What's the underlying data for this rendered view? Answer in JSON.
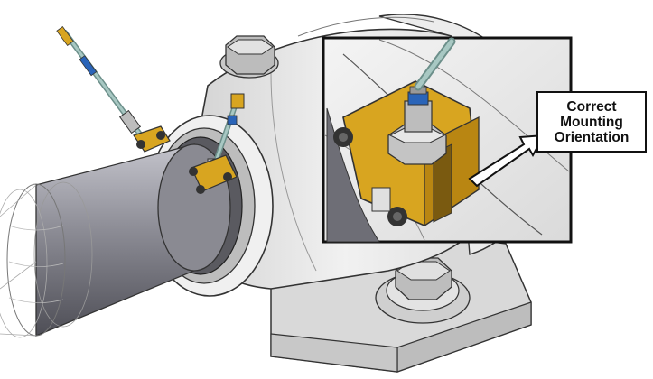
{
  "callout": {
    "lines": [
      "Correct",
      "Mounting",
      "Orientation"
    ]
  },
  "colors": {
    "bracket": "#d8a520",
    "bracket_dark": "#b98612",
    "housing": "#e6e6e6",
    "shaft": "#9a9aa2",
    "cable": "#8fb3ad",
    "sensor_band": "#2a64b8",
    "outline": "#222222"
  },
  "icons": [
    "accelerometer-sensor",
    "mounting-bracket",
    "hex-bolt",
    "callout-arrow"
  ]
}
